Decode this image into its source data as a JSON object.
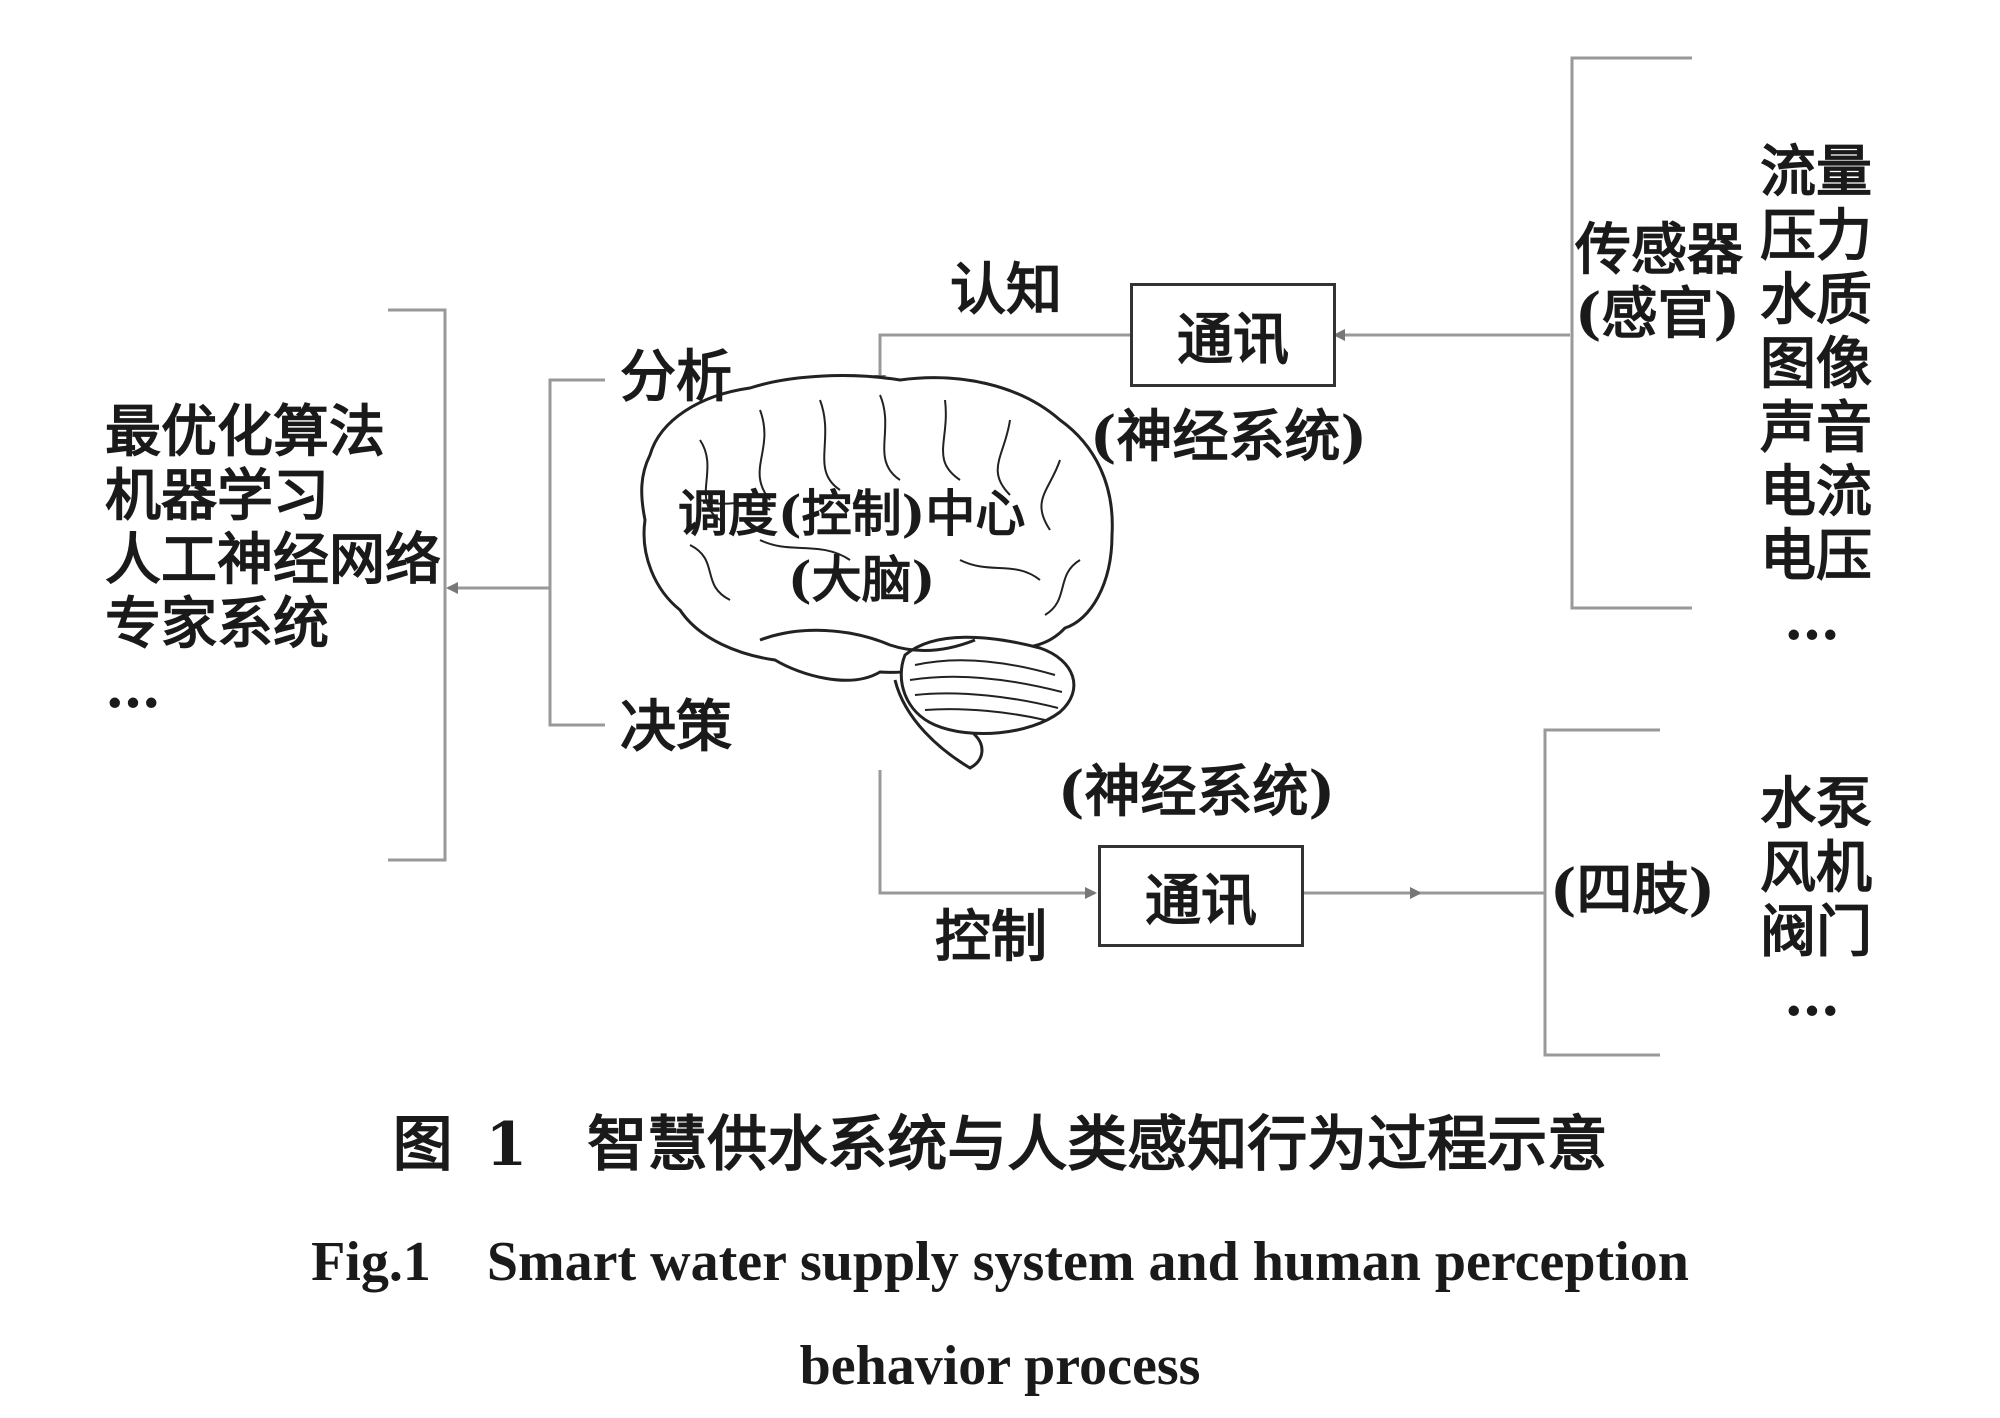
{
  "left_methods": {
    "items": [
      "最优化算法",
      "机器学习",
      "人工神经网络",
      "专家系统",
      "…"
    ]
  },
  "branches": {
    "analysis": "分析",
    "decision": "决策"
  },
  "brain": {
    "line1": "调度(控制)中心",
    "line2": "(大脑)"
  },
  "top_path": {
    "cognition": "认知",
    "comm_label": "通讯",
    "nerve": "(神经系统)"
  },
  "bottom_path": {
    "control": "控制",
    "comm_label": "通讯",
    "nerve": "(神经系统)"
  },
  "sensors": {
    "label_line1": "传感器",
    "label_line2": "(感官)",
    "items": [
      "流量",
      "压力",
      "水质",
      "图像",
      "声音",
      "电流",
      "电压",
      "…"
    ]
  },
  "limbs": {
    "label": "(四肢)",
    "items": [
      "水泵",
      "风机",
      "阀门",
      "…"
    ]
  },
  "caption": {
    "cn": "图 1　智慧供水系统与人类感知行为过程示意",
    "en": "Fig.1　Smart water supply system and human perception behavior process"
  }
}
